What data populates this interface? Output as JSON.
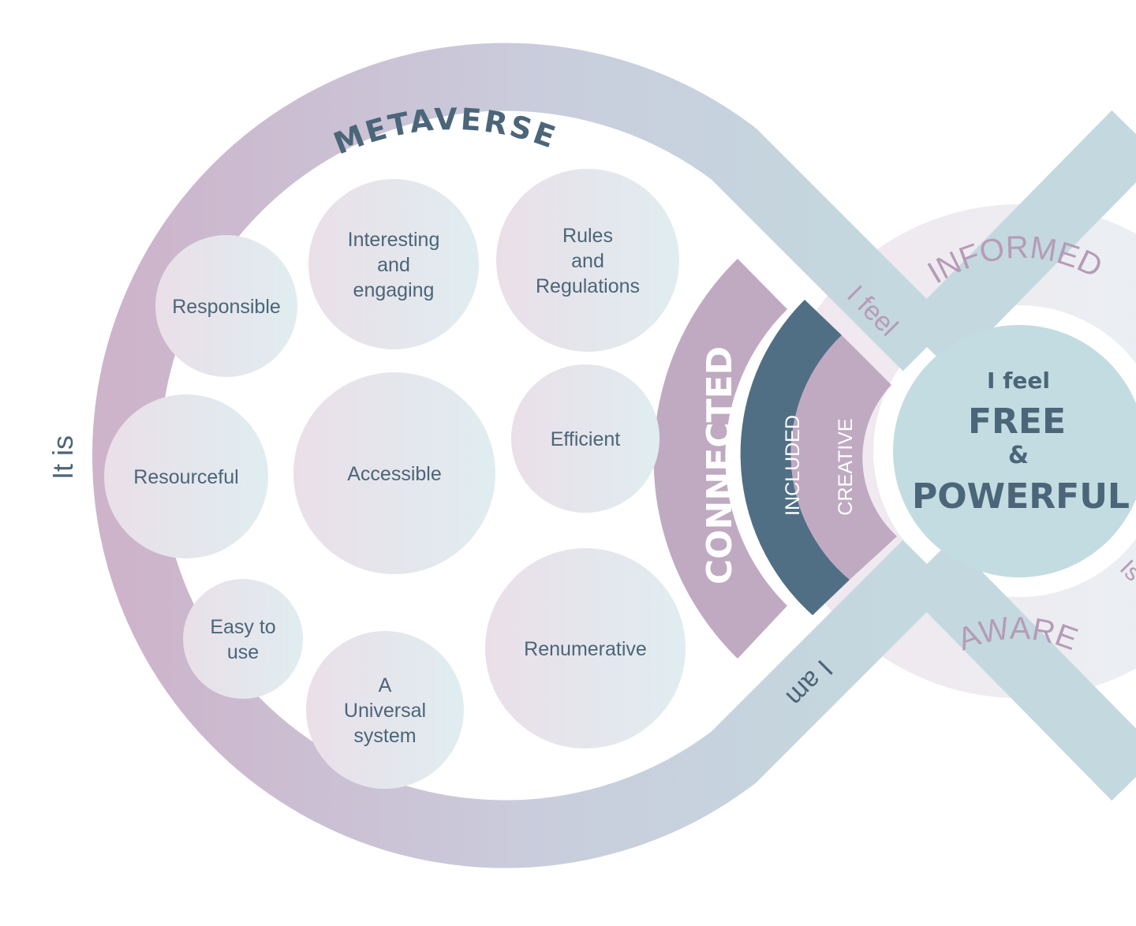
{
  "metaverse_title": "METAVERSE",
  "loop_labels": {
    "it_is": "It is",
    "i_feel": "I feel",
    "i_am": "I am",
    "right_partial": "Is"
  },
  "qualities": [
    {
      "key": "responsible",
      "lines": [
        "Responsible"
      ]
    },
    {
      "key": "interesting",
      "lines": [
        "Interesting",
        "and",
        "engaging"
      ]
    },
    {
      "key": "rules",
      "lines": [
        "Rules",
        "and",
        "Regulations"
      ]
    },
    {
      "key": "resourceful",
      "lines": [
        "Resourceful"
      ]
    },
    {
      "key": "accessible",
      "lines": [
        "Accessible"
      ]
    },
    {
      "key": "efficient",
      "lines": [
        "Efficient"
      ]
    },
    {
      "key": "easy",
      "lines": [
        "Easy to",
        "use"
      ]
    },
    {
      "key": "universal",
      "lines": [
        "A",
        "Universal",
        "system"
      ]
    },
    {
      "key": "renumerative",
      "lines": [
        "Renumerative"
      ]
    }
  ],
  "arcs": {
    "connected": "CONNECTED",
    "included": "INCLUDED",
    "creative": "CREATIVE"
  },
  "outer_ring": {
    "informed": "INFORMED",
    "aware": "AWARE"
  },
  "center": {
    "lead": "I feel",
    "free": "FREE",
    "amp": "&",
    "powerful": "POWERFUL"
  },
  "colors": {
    "mauve": "#c0aac2",
    "navy": "#506f85",
    "teal": "#c3dce1",
    "text": "#4b6579",
    "ring_text": "#b69bb7"
  }
}
